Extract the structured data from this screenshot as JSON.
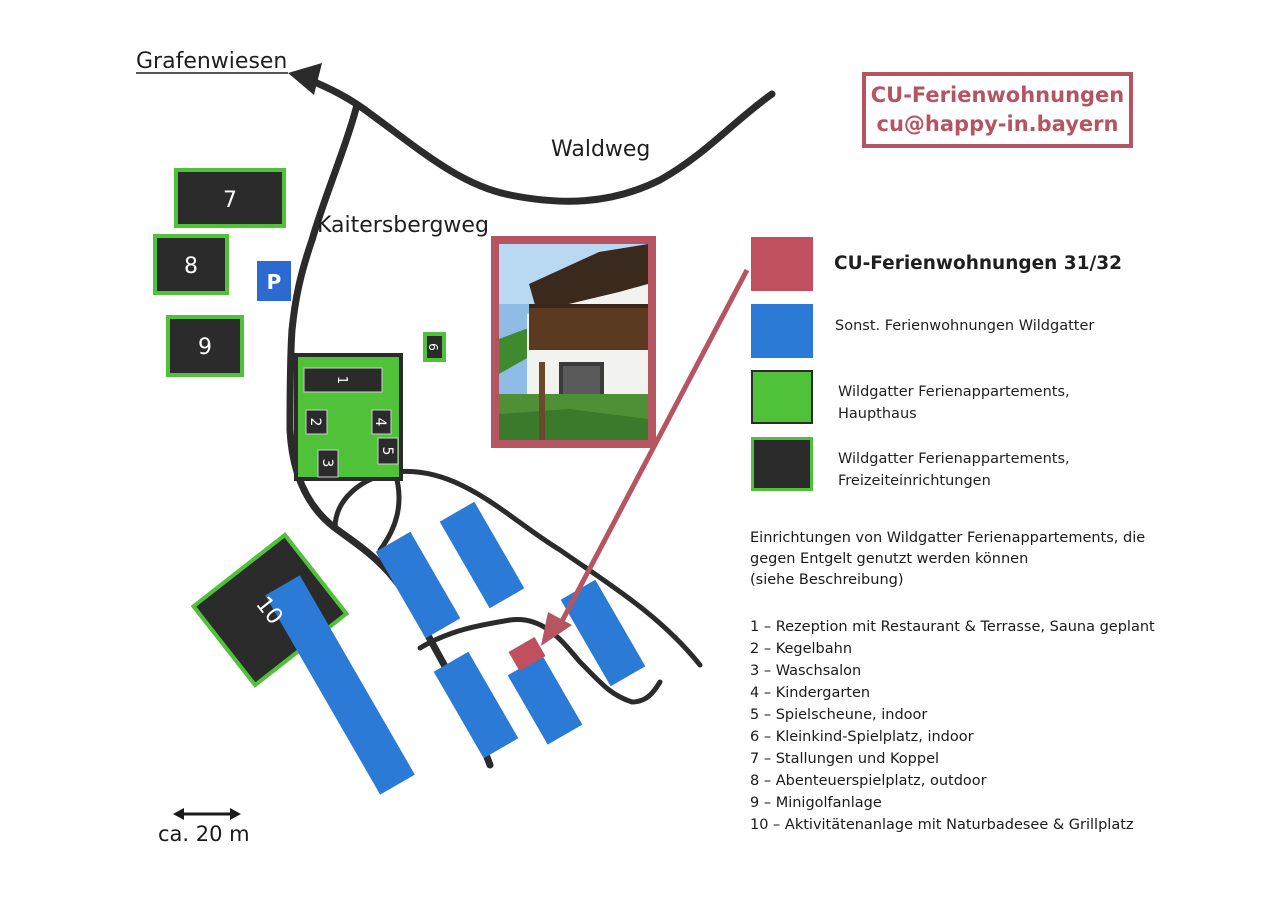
{
  "map": {
    "labels": {
      "grafenwiesen": "Grafenwiesen",
      "waldweg": "Waldweg",
      "kaitersbergweg": "Kaitersbergweg",
      "parking": "P"
    },
    "building_numbers": {
      "b1": "1",
      "b2": "2",
      "b3": "3",
      "b4": "4",
      "b5": "5",
      "b6": "6",
      "b7": "7",
      "b8": "8",
      "b9": "9",
      "b10": "10"
    },
    "scale": "ca. 20 m",
    "photo_icon": "house-photo"
  },
  "contact": {
    "line1": "CU-Ferienwohnungen",
    "line2": "cu@happy-in.bayern"
  },
  "legend": {
    "items": [
      {
        "label": "CU-Ferienwohnungen 31/32",
        "color": "#c0505e"
      },
      {
        "label": "Sonst. Ferienwohnungen Wildgatter",
        "color": "#2b7ad6"
      },
      {
        "label_line1": "Wildgatter Ferienappartements,",
        "label_line2": "Haupthaus",
        "color": "#4fc23a"
      },
      {
        "label_line1": "Wildgatter Ferienappartements,",
        "label_line2": "Freizeiteinrichtungen",
        "color": "#2b2b2b"
      }
    ]
  },
  "info": {
    "line1": "Einrichtungen von Wildgatter Ferienappartements, die",
    "line2": "gegen Entgelt genutzt werden können",
    "line3": "(siehe Beschreibung)"
  },
  "facilities": [
    "1 – Rezeption mit Restaurant & Terrasse, Sauna geplant",
    "2 – Kegelbahn",
    "3 – Waschsalon",
    "4 – Kindergarten",
    "5 – Spielscheune, indoor",
    "6 – Kleinkind-Spielplatz, indoor",
    "7 – Stallungen und Koppel",
    "8 – Abenteuerspielplatz, outdoor",
    "9 – Minigolfanlage",
    "10 – Aktivitätenanlage mit Naturbadesee & Grillplatz"
  ],
  "colors": {
    "accent_red": "#b65562",
    "blue": "#2b7ad6",
    "green": "#4fc23a",
    "dark": "#2b2b2b"
  }
}
